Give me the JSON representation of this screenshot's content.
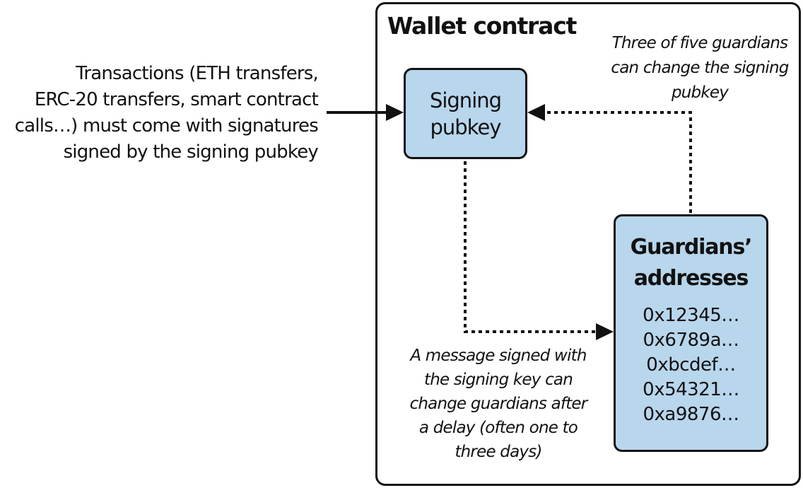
{
  "diagram": {
    "wallet_contract": {
      "title": "Wallet contract"
    },
    "signing_pubkey": {
      "lines": [
        "Signing",
        "pubkey"
      ]
    },
    "guardians": {
      "title_lines": [
        "Guardians’",
        "addresses"
      ],
      "addresses": [
        "0x12345…",
        "0x6789a…",
        "0xbcdef…",
        "0x54321…",
        "0xa9876…"
      ]
    },
    "transactions_note": {
      "lines": [
        "Transactions (ETH transfers,",
        "ERC-20 transfers, smart contract",
        "calls…) must come with signatures",
        "signed by the signing pubkey"
      ]
    },
    "guardians_note": {
      "lines": [
        "Three of five guardians",
        "can change the signing",
        "pubkey"
      ]
    },
    "signing_key_note": {
      "lines": [
        "A message signed with",
        "the signing key can",
        "change guardians after",
        "a delay (often one to",
        "three days)"
      ]
    },
    "colors": {
      "box_fill": "#b8d6ec",
      "stroke": "#111111",
      "background": "#ffffff"
    }
  }
}
